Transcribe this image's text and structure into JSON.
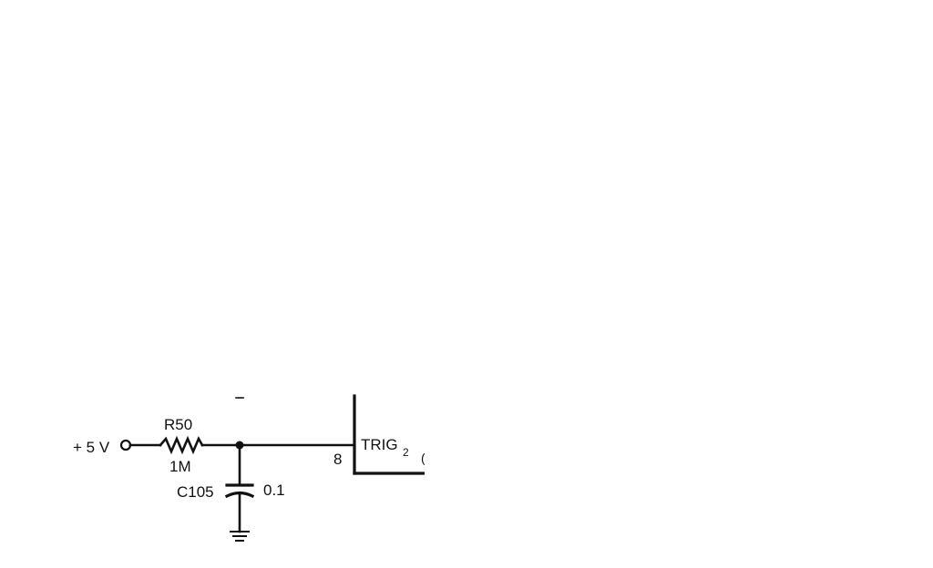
{
  "schematic": {
    "supply_label": "+ 5 V",
    "resistor": {
      "ref": "R50",
      "value": "1M"
    },
    "capacitor": {
      "ref": "C105",
      "value": "0.1"
    },
    "pin_number": "8",
    "pin_name": "TRIG",
    "pin_subscript": "2",
    "clipped_glyph": "("
  }
}
